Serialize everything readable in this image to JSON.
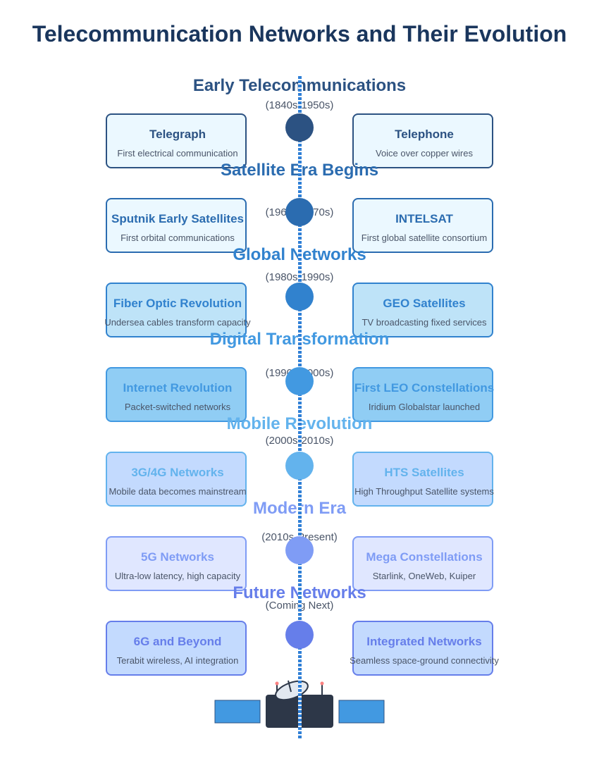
{
  "title": "Telecommunication Networks and Their Evolution",
  "eras": [
    {
      "title": "Early Telecommunications",
      "dates": "(1840s-1950s)",
      "title_color": "#2c5282",
      "node_color": "#2c5282",
      "card_bg": "#ebf8ff",
      "card_border": "#2c5282",
      "card_title_color": "#2c5282",
      "left": {
        "title": "Telegraph",
        "desc": "First electrical communication"
      },
      "right": {
        "title": "Telephone",
        "desc": "Voice over copper wires"
      }
    },
    {
      "title": "Satellite Era Begins",
      "dates": "(1960s-1970s)",
      "title_color": "#2b6cb0",
      "node_color": "#2b6cb0",
      "card_bg": "#ebf8ff",
      "card_border": "#2b6cb0",
      "card_title_color": "#2b6cb0",
      "left": {
        "title": "Sputnik Early Satellites",
        "desc": "First orbital communications"
      },
      "right": {
        "title": "INTELSAT",
        "desc": "First global satellite consortium"
      }
    },
    {
      "title": "Global Networks",
      "dates": "(1980s-1990s)",
      "title_color": "#3182ce",
      "node_color": "#3182ce",
      "card_bg": "#bee3f8",
      "card_border": "#3182ce",
      "card_title_color": "#3182ce",
      "left": {
        "title": "Fiber Optic Revolution",
        "desc": "Undersea cables transform capacity"
      },
      "right": {
        "title": "GEO Satellites",
        "desc": "TV broadcasting fixed services"
      }
    },
    {
      "title": "Digital Transformation",
      "dates": "(1990s-2000s)",
      "title_color": "#4299e1",
      "node_color": "#4299e1",
      "card_bg": "#90cdf4",
      "card_border": "#4299e1",
      "card_title_color": "#4299e1",
      "left": {
        "title": "Internet Revolution",
        "desc": "Packet-switched networks"
      },
      "right": {
        "title": "First LEO Constellations",
        "desc": "Iridium Globalstar launched"
      }
    },
    {
      "title": "Mobile Revolution",
      "dates": "(2000s-2010s)",
      "title_color": "#63b3ed",
      "node_color": "#63b3ed",
      "card_bg": "#c3dafe",
      "card_border": "#63b3ed",
      "card_title_color": "#63b3ed",
      "left": {
        "title": "3G/4G Networks",
        "desc": "Mobile data becomes mainstream"
      },
      "right": {
        "title": "HTS Satellites",
        "desc": "High Throughput Satellite systems"
      }
    },
    {
      "title": "Modern Era",
      "dates": "(2010s-Present)",
      "title_color": "#7f9cf5",
      "node_color": "#7f9cf5",
      "card_bg": "#e0e7ff",
      "card_border": "#7f9cf5",
      "card_title_color": "#7f9cf5",
      "left": {
        "title": "5G Networks",
        "desc": "Ultra-low latency, high capacity"
      },
      "right": {
        "title": "Mega Constellations",
        "desc": "Starlink, OneWeb, Kuiper"
      }
    },
    {
      "title": "Future Networks",
      "dates": "(Coming Next)",
      "title_color": "#667eea",
      "node_color": "#667eea",
      "card_bg": "#c3dafe",
      "card_border": "#667eea",
      "card_title_color": "#667eea",
      "left": {
        "title": "6G and Beyond",
        "desc": "Terabit wireless, AI integration"
      },
      "right": {
        "title": "Integrated Networks",
        "desc": "Seamless space-ground connectivity"
      }
    }
  ],
  "satellite": {
    "body_color": "#2d3748",
    "panel_color": "#4299e1",
    "dish_color": "#e2e8f0",
    "antenna_tip_color": "#fc8181"
  }
}
